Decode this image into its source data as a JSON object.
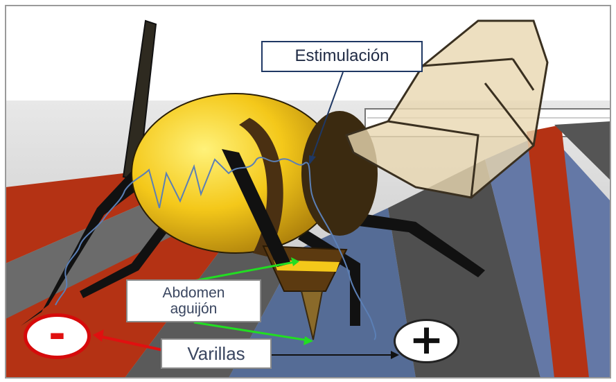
{
  "labels": {
    "stimulation": "Estimulación",
    "abdomen": "Abdomen",
    "stinger": "aguijón",
    "rods": "Varillas"
  },
  "terminals": {
    "negative": "-",
    "positive": "+"
  },
  "colors": {
    "stimulation_wave": "#5b7fb5",
    "negative_arrow": "#e01010",
    "abdomen_arrow": "#22dd22",
    "rod_red": "#b43214",
    "rod_blue": "#556c96",
    "rod_gray": "#6b6b6b",
    "bee_yellow": "#f4c81a"
  }
}
